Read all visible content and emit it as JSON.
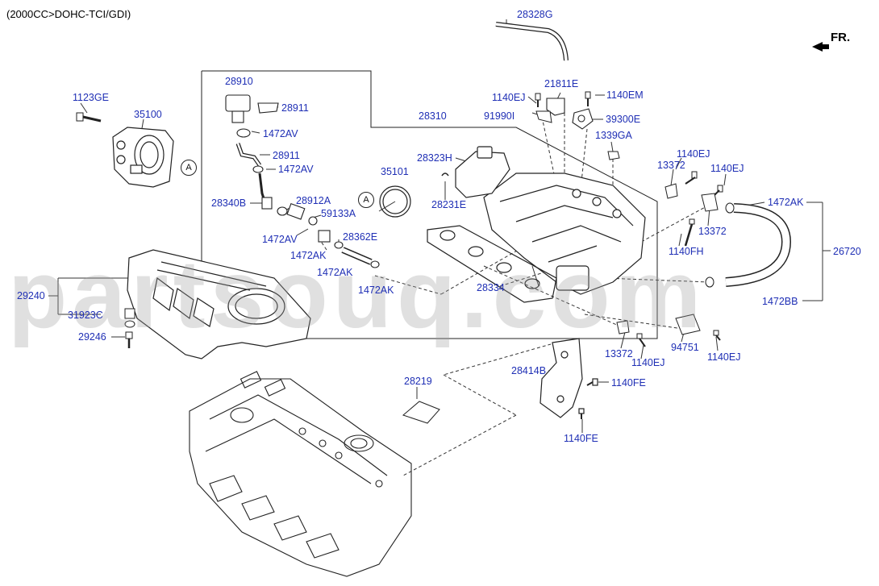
{
  "header": {
    "engine": "(2000CC>DOHC-TCI/GDI)",
    "direction": "FR."
  },
  "watermark": "partsouq.com",
  "circle_ref": "A",
  "colors": {
    "label": "#1f2fb5",
    "line": "#222222",
    "watermark": "#a0a0a0"
  },
  "labels": {
    "p28328G": "28328G",
    "p28910": "28910",
    "p28911a": "28911",
    "p1472AVa": "1472AV",
    "p28911b": "28911",
    "p1472AVb": "1472AV",
    "p28340B": "28340B",
    "p28912A": "28912A",
    "p59133A": "59133A",
    "p1472AVc": "1472AV",
    "p1472AKa": "1472AK",
    "p28362E": "28362E",
    "p1472AKb": "1472AK",
    "p1472AKc": "1472AK",
    "p1123GE": "1123GE",
    "p35100": "35100",
    "p28310": "28310",
    "p35101": "35101",
    "p28323H": "28323H",
    "p28231E": "28231E",
    "p1140EJa": "1140EJ",
    "p21811E": "21811E",
    "p1140EM": "1140EM",
    "p91990I": "91990I",
    "p39300E": "39300E",
    "p1339GA": "1339GA",
    "p1140EJb": "1140EJ",
    "p13372a": "13372",
    "p1140EJc": "1140EJ",
    "p1472AKd": "1472AK",
    "p13372b": "13372",
    "p1140FH": "1140FH",
    "p26720": "26720",
    "p28334": "28334",
    "p1472BB": "1472BB",
    "p29240": "29240",
    "p31923C": "31923C",
    "p29246": "29246",
    "p13372c": "13372",
    "p1140EJd": "1140EJ",
    "p94751": "94751",
    "p1140EJe": "1140EJ",
    "p28219": "28219",
    "p28414B": "28414B",
    "p1140FEa": "1140FE",
    "p1140FEb": "1140FE"
  }
}
